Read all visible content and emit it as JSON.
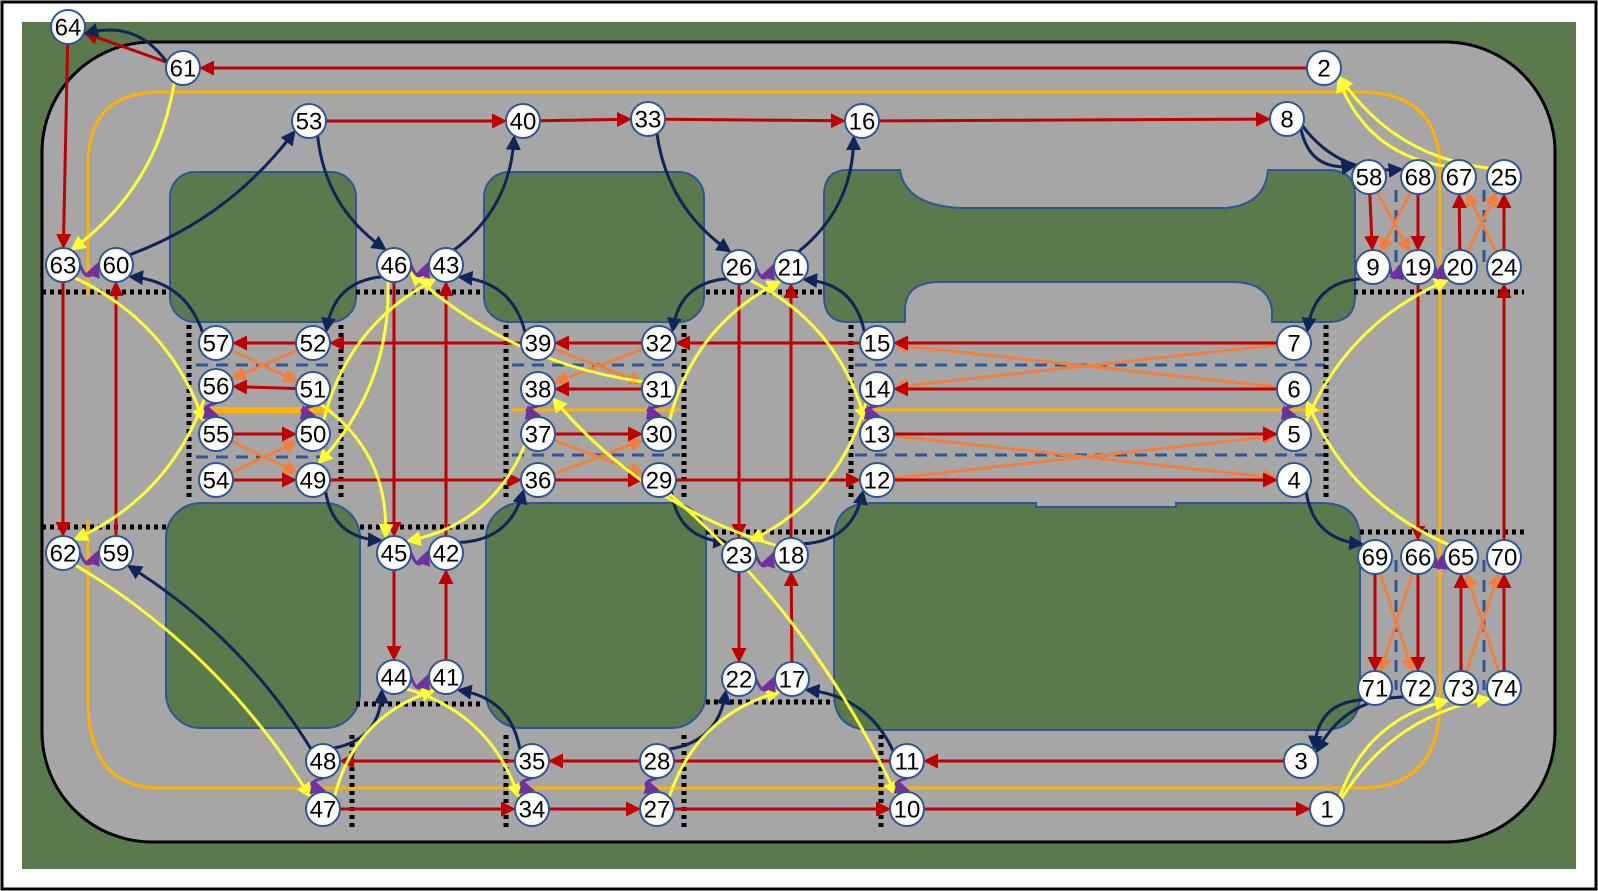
{
  "colors": {
    "frame": "#000000",
    "grass": "#5a7a4e",
    "road": "#a6a6a6",
    "red": "#c00000",
    "navy": "#0f2557",
    "yellow": "#ffff33",
    "orange": "#ffb000",
    "crossing": "#f08040",
    "purple": "#7030a0",
    "node_stroke": "#2f5597",
    "island_stroke": "#2f5597",
    "crosswalk": "#000000",
    "dash": "#2f5597"
  },
  "nodes": [
    {
      "id": "1",
      "label": "1"
    },
    {
      "id": "2",
      "label": "2"
    },
    {
      "id": "3",
      "label": "3"
    },
    {
      "id": "4",
      "label": "4"
    },
    {
      "id": "5",
      "label": "5"
    },
    {
      "id": "6",
      "label": "6"
    },
    {
      "id": "7",
      "label": "7"
    },
    {
      "id": "8",
      "label": "8"
    },
    {
      "id": "9",
      "label": "9"
    },
    {
      "id": "10",
      "label": "10"
    },
    {
      "id": "11",
      "label": "11"
    },
    {
      "id": "12",
      "label": "12"
    },
    {
      "id": "13",
      "label": "13"
    },
    {
      "id": "14",
      "label": "14"
    },
    {
      "id": "15",
      "label": "15"
    },
    {
      "id": "16",
      "label": "16"
    },
    {
      "id": "17",
      "label": "17"
    },
    {
      "id": "18",
      "label": "18"
    },
    {
      "id": "19",
      "label": "19"
    },
    {
      "id": "20",
      "label": "20"
    },
    {
      "id": "21",
      "label": "21"
    },
    {
      "id": "22",
      "label": "22"
    },
    {
      "id": "23",
      "label": "23"
    },
    {
      "id": "24",
      "label": "24"
    },
    {
      "id": "25",
      "label": "25"
    },
    {
      "id": "26",
      "label": "26"
    },
    {
      "id": "27",
      "label": "27"
    },
    {
      "id": "28",
      "label": "28"
    },
    {
      "id": "29",
      "label": "29"
    },
    {
      "id": "30",
      "label": "30"
    },
    {
      "id": "31",
      "label": "31"
    },
    {
      "id": "32",
      "label": "32"
    },
    {
      "id": "33",
      "label": "33"
    },
    {
      "id": "34",
      "label": "34"
    },
    {
      "id": "35",
      "label": "35"
    },
    {
      "id": "36",
      "label": "36"
    },
    {
      "id": "37",
      "label": "37"
    },
    {
      "id": "38",
      "label": "38"
    },
    {
      "id": "39",
      "label": "39"
    },
    {
      "id": "40",
      "label": "40"
    },
    {
      "id": "41",
      "label": "41"
    },
    {
      "id": "42",
      "label": "42"
    },
    {
      "id": "43",
      "label": "43"
    },
    {
      "id": "44",
      "label": "44"
    },
    {
      "id": "45",
      "label": "45"
    },
    {
      "id": "46",
      "label": "46"
    },
    {
      "id": "47",
      "label": "47"
    },
    {
      "id": "48",
      "label": "48"
    },
    {
      "id": "49",
      "label": "49"
    },
    {
      "id": "50",
      "label": "50"
    },
    {
      "id": "51",
      "label": "51"
    },
    {
      "id": "52",
      "label": "52"
    },
    {
      "id": "53",
      "label": "53"
    },
    {
      "id": "54",
      "label": "54"
    },
    {
      "id": "55",
      "label": "55"
    },
    {
      "id": "56",
      "label": "56"
    },
    {
      "id": "57",
      "label": "57"
    },
    {
      "id": "58",
      "label": "58"
    },
    {
      "id": "59",
      "label": "59"
    },
    {
      "id": "60",
      "label": "60"
    },
    {
      "id": "61",
      "label": "61"
    },
    {
      "id": "62",
      "label": "62"
    },
    {
      "id": "63",
      "label": "63"
    },
    {
      "id": "64",
      "label": "64"
    },
    {
      "id": "65",
      "label": "65"
    },
    {
      "id": "66",
      "label": "66"
    },
    {
      "id": "67",
      "label": "67"
    },
    {
      "id": "68",
      "label": "68"
    },
    {
      "id": "69",
      "label": "69"
    },
    {
      "id": "70",
      "label": "70"
    },
    {
      "id": "71",
      "label": "71"
    },
    {
      "id": "72",
      "label": "72"
    },
    {
      "id": "73",
      "label": "73"
    },
    {
      "id": "74",
      "label": "74"
    }
  ],
  "edges": {
    "red": [
      [
        "2",
        "61"
      ],
      [
        "53",
        "40"
      ],
      [
        "40",
        "33"
      ],
      [
        "33",
        "16"
      ],
      [
        "16",
        "8"
      ],
      [
        "3",
        "11"
      ],
      [
        "10",
        "1"
      ],
      [
        "11",
        "48"
      ],
      [
        "28",
        "35"
      ],
      [
        "47",
        "34"
      ],
      [
        "34",
        "27"
      ],
      [
        "27",
        "10"
      ],
      [
        "61",
        "64"
      ],
      [
        "64",
        "63"
      ],
      [
        "63",
        "62"
      ],
      [
        "59",
        "60"
      ],
      [
        "46",
        "45"
      ],
      [
        "42",
        "43"
      ],
      [
        "45",
        "44"
      ],
      [
        "41",
        "42"
      ],
      [
        "26",
        "23"
      ],
      [
        "18",
        "21"
      ],
      [
        "23",
        "22"
      ],
      [
        "17",
        "18"
      ],
      [
        "52",
        "57"
      ],
      [
        "51",
        "56"
      ],
      [
        "55",
        "50"
      ],
      [
        "54",
        "49"
      ],
      [
        "32",
        "39"
      ],
      [
        "31",
        "38"
      ],
      [
        "37",
        "30"
      ],
      [
        "36",
        "29"
      ],
      [
        "7",
        "15"
      ],
      [
        "6",
        "14"
      ],
      [
        "13",
        "5"
      ],
      [
        "12",
        "4"
      ],
      [
        "39",
        "52"
      ],
      [
        "49",
        "36"
      ],
      [
        "15",
        "32"
      ],
      [
        "29",
        "12"
      ],
      [
        "58",
        "9"
      ],
      [
        "68",
        "19"
      ],
      [
        "20",
        "67"
      ],
      [
        "24",
        "25"
      ],
      [
        "19",
        "66"
      ],
      [
        "70",
        "24"
      ],
      [
        "69",
        "71"
      ],
      [
        "66",
        "72"
      ],
      [
        "73",
        "65"
      ],
      [
        "74",
        "70"
      ]
    ],
    "navy": [
      [
        "61",
        "64"
      ],
      [
        "60",
        "53"
      ],
      [
        "53",
        "46"
      ],
      [
        "43",
        "40"
      ],
      [
        "33",
        "26"
      ],
      [
        "21",
        "16"
      ],
      [
        "8",
        "58"
      ],
      [
        "8",
        "68"
      ],
      [
        "9",
        "7"
      ],
      [
        "4",
        "69"
      ],
      [
        "71",
        "3"
      ],
      [
        "72",
        "3"
      ],
      [
        "11",
        "17"
      ],
      [
        "28",
        "22"
      ],
      [
        "35",
        "41"
      ],
      [
        "48",
        "44"
      ],
      [
        "48",
        "59"
      ],
      [
        "57",
        "60"
      ],
      [
        "46",
        "52"
      ],
      [
        "39",
        "43"
      ],
      [
        "26",
        "32"
      ],
      [
        "15",
        "21"
      ],
      [
        "49",
        "45"
      ],
      [
        "42",
        "36"
      ],
      [
        "29",
        "23"
      ],
      [
        "18",
        "12"
      ]
    ],
    "yellow": [
      [
        "1",
        "74"
      ],
      [
        "1",
        "73"
      ],
      [
        "67",
        "2"
      ],
      [
        "25",
        "2"
      ],
      [
        "61",
        "63"
      ],
      [
        "63",
        "55"
      ],
      [
        "56",
        "62"
      ],
      [
        "47",
        "41"
      ],
      [
        "44",
        "34"
      ],
      [
        "46",
        "49"
      ],
      [
        "50",
        "43"
      ],
      [
        "51",
        "45"
      ],
      [
        "26",
        "13"
      ],
      [
        "14",
        "23"
      ],
      [
        "18",
        "38"
      ],
      [
        "30",
        "21"
      ],
      [
        "65",
        "6"
      ],
      [
        "5",
        "20"
      ],
      [
        "62",
        "47"
      ],
      [
        "37",
        "45"
      ],
      [
        "29",
        "10"
      ],
      [
        "27",
        "17"
      ],
      [
        "31",
        "46"
      ]
    ],
    "orange_lanes": [
      "outer-loop",
      "right-loop"
    ],
    "lane_changes": [
      [
        "57",
        "51"
      ],
      [
        "52",
        "56"
      ],
      [
        "55",
        "49"
      ],
      [
        "54",
        "50"
      ],
      [
        "32",
        "38"
      ],
      [
        "39",
        "31"
      ],
      [
        "37",
        "29"
      ],
      [
        "36",
        "30"
      ],
      [
        "7",
        "14"
      ],
      [
        "6",
        "15"
      ],
      [
        "13",
        "4"
      ],
      [
        "12",
        "5"
      ],
      [
        "58",
        "19"
      ],
      [
        "68",
        "9"
      ],
      [
        "20",
        "25"
      ],
      [
        "24",
        "67"
      ],
      [
        "69",
        "72"
      ],
      [
        "66",
        "71"
      ],
      [
        "73",
        "70"
      ],
      [
        "74",
        "65"
      ]
    ],
    "u_turns": [
      [
        "63",
        "60"
      ],
      [
        "46",
        "43"
      ],
      [
        "26",
        "21"
      ],
      [
        "9",
        "19"
      ],
      [
        "19",
        "20"
      ],
      [
        "62",
        "59"
      ],
      [
        "45",
        "42"
      ],
      [
        "23",
        "18"
      ],
      [
        "66",
        "65"
      ],
      [
        "44",
        "41"
      ],
      [
        "22",
        "17"
      ],
      [
        "56",
        "55"
      ],
      [
        "51",
        "50"
      ],
      [
        "38",
        "37"
      ],
      [
        "31",
        "30"
      ],
      [
        "14",
        "13"
      ],
      [
        "6",
        "5"
      ],
      [
        "35",
        "34"
      ],
      [
        "28",
        "27"
      ],
      [
        "11",
        "10"
      ],
      [
        "48",
        "47"
      ]
    ]
  }
}
